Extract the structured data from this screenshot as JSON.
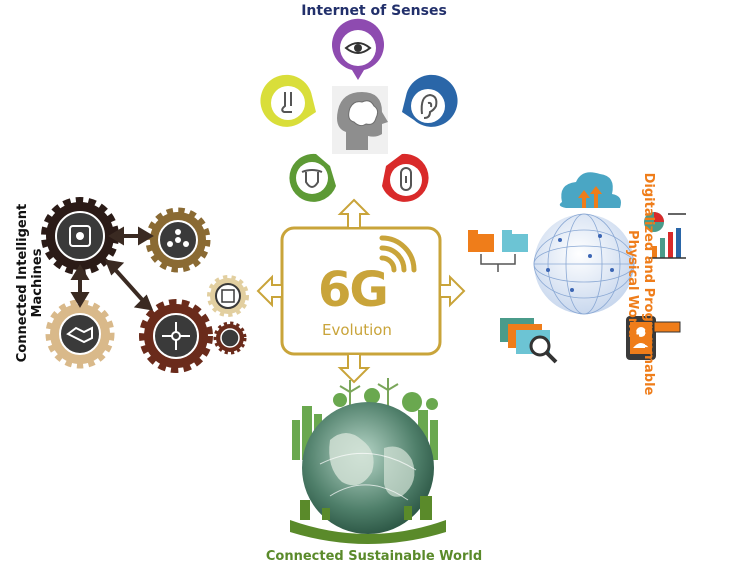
{
  "labels": {
    "top": "Internet of Senses",
    "left_line1": "Connected Intelligent",
    "left_line2": "Machines",
    "right_line1": "Digitalized and Programmable",
    "right_line2": "Physical World",
    "bottom": "Connected Sustainable World",
    "center_title": "6G",
    "center_subtitle": "Evolution"
  },
  "colors": {
    "gold": "#c9a43a",
    "navy": "#22306b",
    "orange": "#ef7d1a",
    "green": "#5a8a2a",
    "eye_pin": "#8e4bb0",
    "ear_pin": "#2a66a8",
    "nose_pin": "#d9de3a",
    "tongue_pin": "#5d9a35",
    "touch_pin": "#d92a2a"
  },
  "icons": [
    "eye-icon",
    "ear-icon",
    "nose-icon",
    "tongue-icon",
    "touch-icon",
    "brain-head-icon",
    "wifi-signal-icon",
    "cloud-upload-icon",
    "folder-network-icon",
    "analytics-chart-icon",
    "browser-search-icon",
    "mobile-profile-icon",
    "globe-network-icon",
    "gear-icon",
    "handshake-icon",
    "earth-city-icon"
  ]
}
